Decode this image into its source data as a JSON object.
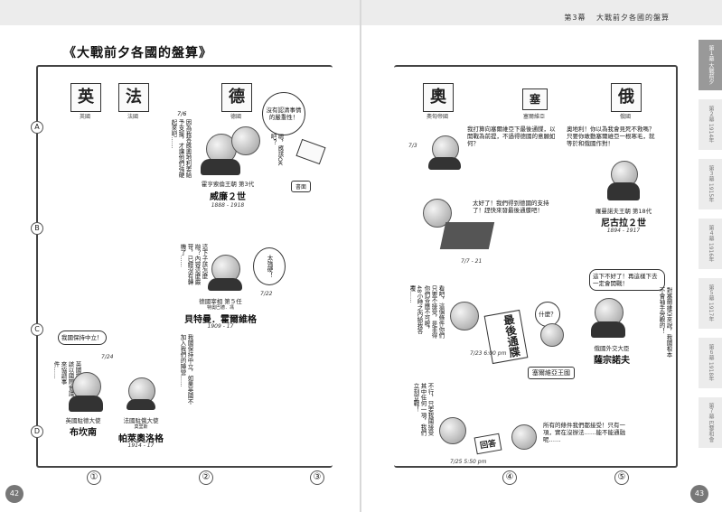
{
  "header": {
    "chapter": "第3幕",
    "title": "大戰前夕各國的盤算"
  },
  "section_title": "《大戰前夕各國的盤算》",
  "page_numbers": {
    "left": "42",
    "right": "43"
  },
  "rows": [
    "A",
    "B",
    "C",
    "D"
  ],
  "columns": [
    "①",
    "②",
    "③",
    "④",
    "⑤"
  ],
  "nations": {
    "uk": {
      "char": "英",
      "label": "英國"
    },
    "fr": {
      "char": "法",
      "label": "法國"
    },
    "de": {
      "char": "德",
      "label": "德國"
    },
    "at": {
      "char": "奧",
      "label": "奧匈帝國"
    },
    "rs": {
      "char": "塞",
      "label": "塞爾維亞"
    },
    "ru": {
      "char": "俄",
      "label": "俄國"
    }
  },
  "kaiser": {
    "date": "7/6",
    "thought": "因為我答應奧地利要給予支援，才讓他們強硬起來吧……",
    "bubble": "沒有認清事情的嚴重性！",
    "aside": "嗯，應該OK吧？",
    "envelope": "書面",
    "title": "霍亨索倫王朝 第3代",
    "name": "威廉２世",
    "years": "1888 - 1918"
  },
  "bethmann": {
    "bubble": "太強硬！",
    "speech": "這下子該怎麼辦？內容這麼嚴苛，已經沒有轉機了……",
    "date": "7/22",
    "title": "德國宰相 第５任",
    "subtitle": "特奧巴德．馮",
    "name": "貝特曼．霍爾維格",
    "years": "1909 - 17"
  },
  "grey": {
    "bubble": "我國保持中立！",
    "date": "7/24",
    "speech": "英國提議：應該以國際會議來協調事件……",
    "flavor": "我國保持中立，如果英國不加入我們的陣營……",
    "title": "英國駐德大使",
    "name": "布坎南"
  },
  "paleologue": {
    "title": "法國駐俄大使",
    "subtitle": "莫里斯",
    "name": "帕萊奧洛格",
    "years": "1914 - 17"
  },
  "austria": {
    "date": "7/3",
    "speech": "我打算向塞爾維亞下最後通牒，以開戰為前提，不過得德國的意願如何？",
    "ok_bubble": "太好了！我們得到德國的支持了！趕快來發最後通牒吧！",
    "ok_date": "7/7 - 21",
    "ultimatum_sticker": "最後通牒",
    "ultimatum_speech": "看吧，這個條件你們只要不接受，是非得你們答應不可喔，48小時之內給我答覆……",
    "serbia_reply": "什麼？",
    "ultimatum_date": "7/23 6:00 pm",
    "serbia_stamp": "塞爾維亞王國",
    "refuse_speech": "不行，只要我國接受其中任何一項，我們立刻宣戰！",
    "refuse_sticker": "回答",
    "final_speech": "所有的條件我們都接受！只有一項，實在沒辦法……能不能通融呢……",
    "final_date": "7/25 5:50 pm"
  },
  "russia": {
    "speech": "奧地利！你以為我會見死不救嗎？只要你敢動塞爾維亞一根寒毛，就等於和俄國作對！",
    "title": "羅曼諾夫王朝 第18代",
    "name": "尼古拉２世",
    "years": "1894 - 1917",
    "sazonov_bubble": "這下不好了！再這樣下去一定會開戰！",
    "sazonov_speech": "對塞爾維亞來說，我國根本不會袖手旁觀的！",
    "sazonov_title": "俄國外交大臣",
    "sazonov_name": "薩宗諾夫"
  },
  "sidebar": [
    {
      "label": "第１幕 大戰前夕",
      "active": true
    },
    {
      "label": "第２幕 1914年",
      "active": false
    },
    {
      "label": "第３幕 1915年",
      "active": false
    },
    {
      "label": "第４幕 1916年",
      "active": false
    },
    {
      "label": "第５幕 1917年",
      "active": false
    },
    {
      "label": "第６幕 1918年",
      "active": false
    },
    {
      "label": "第７幕 巴黎和會",
      "active": false
    }
  ]
}
